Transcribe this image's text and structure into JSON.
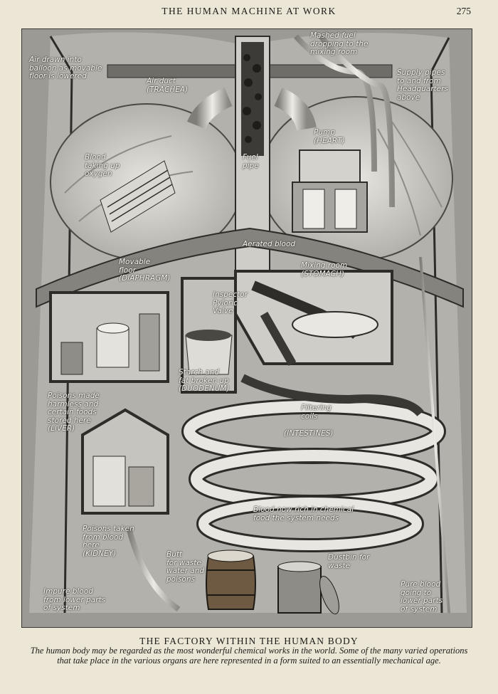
{
  "header": {
    "running_title": "THE HUMAN MACHINE AT WORK",
    "page_number": "275"
  },
  "labels": {
    "mashed_fuel": "Mashed fuel\ndropping to the\nmixing room",
    "air_drawn": "Air drawn into\nballoon as movable\nfloor is lowered",
    "air_duct": "Air duct\n(TRACHEA)",
    "supply_pipes": "Supply pipes\nto and from\nHeadquarters\nabove",
    "pump": "Pump\n(HEART)",
    "blood_oxygen": "Blood\ntaking up\noxygen",
    "fuel_pipe": "Fuel\npipe",
    "aerated_blood": "Aerated blood",
    "movable_floor": "Movable\nfloor\n(DIAPHRAGM)",
    "mixing_room": "Mixing room\n(STOMACH)",
    "inspector": "Inspector\nPyloric\nValve",
    "starch_fat": "Starch and\nfat broken up\n(DUODENUM)",
    "poisons_liver": "Poisons made\nharmless and\ncertain foods\nstored here\n(LIVER)",
    "filtering_coils": "Filtering\ncoils",
    "intestines": "(INTESTINES)",
    "blood_rich": "Blood now rich in chemical\nfood the system needs",
    "poisons_kidney": "Poisons taken\nfrom blood\nhere\n(KIDNEY)",
    "butt": "Butt\nfor waste\nwater and\npoisons",
    "dustbin": "Dustbin for\nwaste",
    "pure_blood": "Pure blood\ngoing to\nlower parts\nof system",
    "impure_blood": "Impure blood\nfrom lower parts\nof system"
  },
  "caption": {
    "title": "THE FACTORY WITHIN THE HUMAN BODY",
    "body": "The human body may be regarded as the most wonderful chemical works in the world. Some of the many varied operations that take place in the various organs are here represented in a form suited to an essentially mechanical age."
  }
}
